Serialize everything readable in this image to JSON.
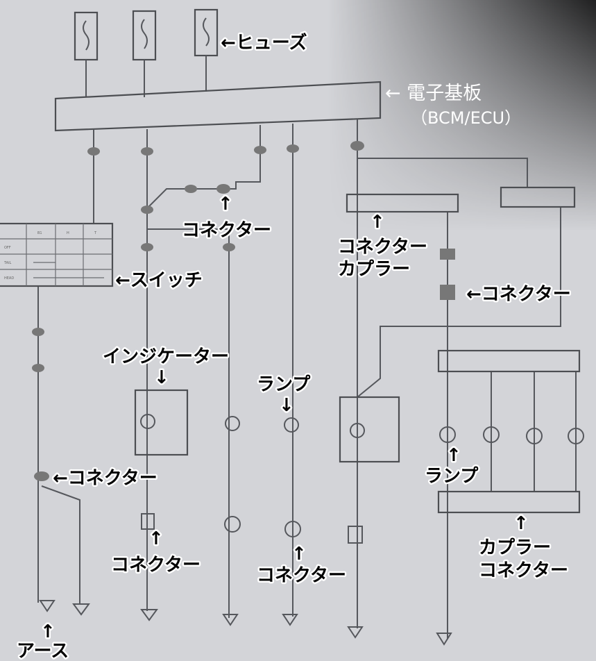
{
  "title": "配線図の読み方",
  "labels": {
    "fuse": "←ヒューズ",
    "ecu_line1": "← 電子基板",
    "ecu_line2": "（BCM/ECU）",
    "connector_top": "コネクター",
    "switch": "←スイッチ",
    "connector_coupler_1": "コネクター",
    "connector_coupler_2": "カプラー",
    "connector_right": "←コネクター",
    "indicator": "インジケーター",
    "lamp_mid": "ランプ",
    "connector_left": "←コネクター",
    "lamp_right": "ランプ",
    "connector_bottom_1": "コネクター",
    "connector_bottom_2": "コネクター",
    "coupler_connector_1": "カプラー",
    "coupler_connector_2": "コネクター",
    "earth": "アース",
    "arrow_up": "↑",
    "arrow_down": "↓"
  },
  "switch_table": {
    "headers": [
      "",
      "B1",
      "H",
      "T"
    ],
    "rows": [
      "OFF",
      "TAIL",
      "HEAD"
    ]
  },
  "colors": {
    "paper": "#cfd0d4",
    "line": "#55575c",
    "label": "#000000"
  }
}
